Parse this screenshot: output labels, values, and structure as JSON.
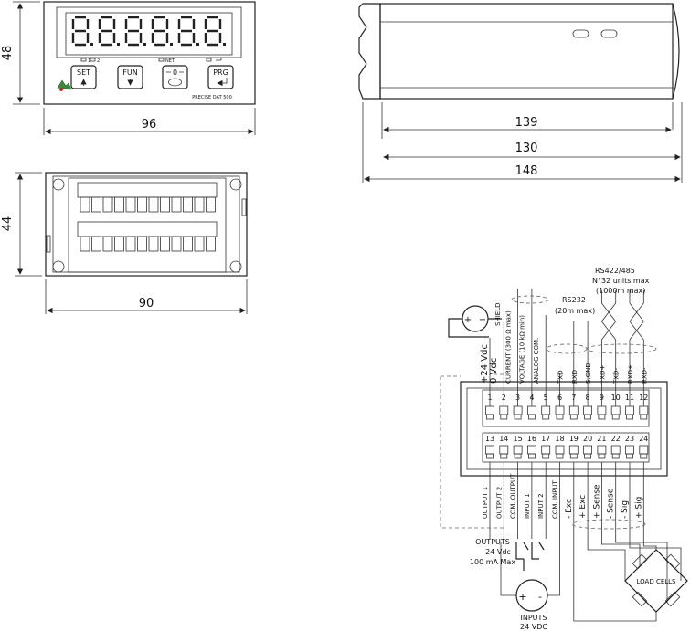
{
  "dims": {
    "front_height": "48",
    "front_width": "96",
    "back_height": "44",
    "back_width": "90",
    "side_a": "139",
    "side_b": "130",
    "side_c": "148"
  },
  "panel": {
    "leds": [
      "1",
      "2",
      "NET"
    ],
    "buttons": [
      {
        "label": "SET",
        "icon": "arrow-up-icon"
      },
      {
        "label": "FUN",
        "icon": "arrow-down-icon"
      },
      {
        "label": "",
        "icon": "zero-arrow-icon",
        "label_top": "0"
      },
      {
        "label": "PRG",
        "icon": "enter-arrow-icon"
      }
    ],
    "brand": "PRECISE DAT 500"
  },
  "wiring": {
    "top_labels": [
      "+24 Vdc",
      "0 Vdc",
      "CURRENT (300 Ω max)",
      "VOLTAGE (10 kΩ min)",
      "ANALOG COM.",
      "",
      "TXD",
      "RXD",
      "S.GND",
      "TXD+",
      "TXD-",
      "RXD+",
      "RXD-"
    ],
    "shield": "SHIELD",
    "rs232": "RS232",
    "rs232_sub": "(20m max)",
    "rs485": "RS422/485",
    "rs485_sub1": "N°32 units max",
    "rs485_sub2": "(1000m max)",
    "top_terminals": [
      "1",
      "2",
      "3",
      "4",
      "5",
      "6",
      "7",
      "8",
      "9",
      "10",
      "11",
      "12"
    ],
    "bottom_terminals": [
      "13",
      "14",
      "15",
      "16",
      "17",
      "18",
      "19",
      "20",
      "21",
      "22",
      "23",
      "24"
    ],
    "bottom_labels": [
      "OUTPUT 1",
      "OUTPUT 2",
      "COM. OUTPUT",
      "INPUT 1",
      "INPUT 2",
      "COM. INPUT",
      "- Exc",
      "+ Exc",
      "+ Sense",
      "- Sense",
      "- Sig",
      "+ Sig"
    ],
    "outputs": "OUTPUTS",
    "outputs_v": "24 Vdc",
    "outputs_ma": "100 mA Max",
    "inputs": "INPUTS",
    "inputs_v": "24 VDC",
    "load_cells": "LOAD CELLS"
  }
}
